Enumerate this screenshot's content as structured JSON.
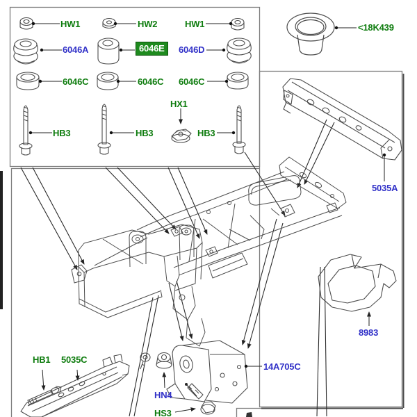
{
  "colors": {
    "green": "#0e7c0e",
    "blue": "#3232c8",
    "hlbg": "#1e8a1e",
    "hlbd": "#0a520a",
    "hltx": "#ffffff",
    "art_line": "#4d4d4d",
    "leader": "#222222",
    "box_border": "#7d7d7d"
  },
  "selected_part": "6046E",
  "labels": {
    "hw1_left": {
      "text": "HW1"
    },
    "hw2": {
      "text": "HW2"
    },
    "hw1_right": {
      "text": "HW1"
    },
    "p6046a": {
      "text": "6046A"
    },
    "p6046e": {
      "text": "6046E"
    },
    "p6046d": {
      "text": "6046D"
    },
    "p6046c_1": {
      "text": "6046C"
    },
    "p6046c_2": {
      "text": "6046C"
    },
    "p6046c_3": {
      "text": "6046C"
    },
    "hb3_1": {
      "text": "HB3"
    },
    "hb3_2": {
      "text": "HB3"
    },
    "hx1": {
      "text": "HX1"
    },
    "hb3_3": {
      "text": "HB3"
    },
    "p18k439": {
      "text": "<18K439"
    },
    "p5035a": {
      "text": "5035A"
    },
    "p8983": {
      "text": "8983"
    },
    "p14a705c": {
      "text": "14A705C"
    },
    "hb1": {
      "text": "HB1"
    },
    "p5035c": {
      "text": "5035C"
    },
    "hn4": {
      "text": "HN4"
    },
    "hs3": {
      "text": "HS3"
    }
  }
}
